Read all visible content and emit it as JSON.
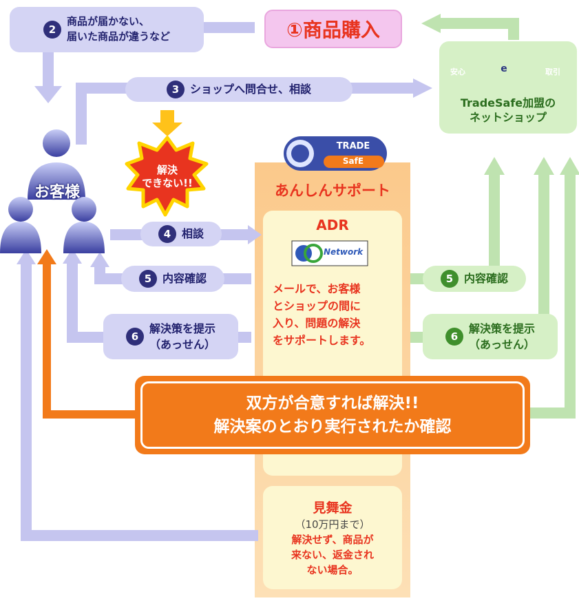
{
  "step1": {
    "label": "①商品購入"
  },
  "step2": {
    "num": "2",
    "line1": "商品が届かない、",
    "line2": "届いた商品が違うなど"
  },
  "step3": {
    "num": "3",
    "label": "ショップへ問合せ、相談"
  },
  "step4": {
    "num": "4",
    "label": "相談"
  },
  "step5": {
    "num": "5",
    "label": "内容確認"
  },
  "step6": {
    "num": "6",
    "line1": "解決策を提示",
    "line2": "（あっせん）"
  },
  "shop": {
    "line1": "TradeSafe加盟の",
    "line2": "ネットショップ",
    "badge_left": "安心",
    "badge_right": "取引",
    "badge_center": "e"
  },
  "customer": {
    "label": "お客様"
  },
  "burst": {
    "line1": "解決",
    "line2": "できない!!"
  },
  "support": {
    "logo_top": "TRADE",
    "logo_bottom": "SafE",
    "title": "あんしんサポート",
    "adr_title": "ADR",
    "network_label": "Network",
    "desc": [
      "メールで、お客様",
      "とショップの間に",
      "入り、問題の解決",
      "をサポートします。"
    ]
  },
  "result": {
    "line1": "双方が合意すれば解決!!",
    "line2": "解決案のとおり実行されたか確認"
  },
  "mimai": {
    "title": "見舞金",
    "limit": "（10万円まで）",
    "desc": [
      "解決せず、商品が",
      "来ない、返金され",
      "ない場合。"
    ]
  },
  "colors": {
    "customer_arrow": "#c5c5ef",
    "shop_arrow": "#bfe3b0",
    "accent": "#e8341f",
    "pink": "#f4c6ee",
    "orange": "#f27a1a",
    "support_bg": "#fcd49a"
  }
}
